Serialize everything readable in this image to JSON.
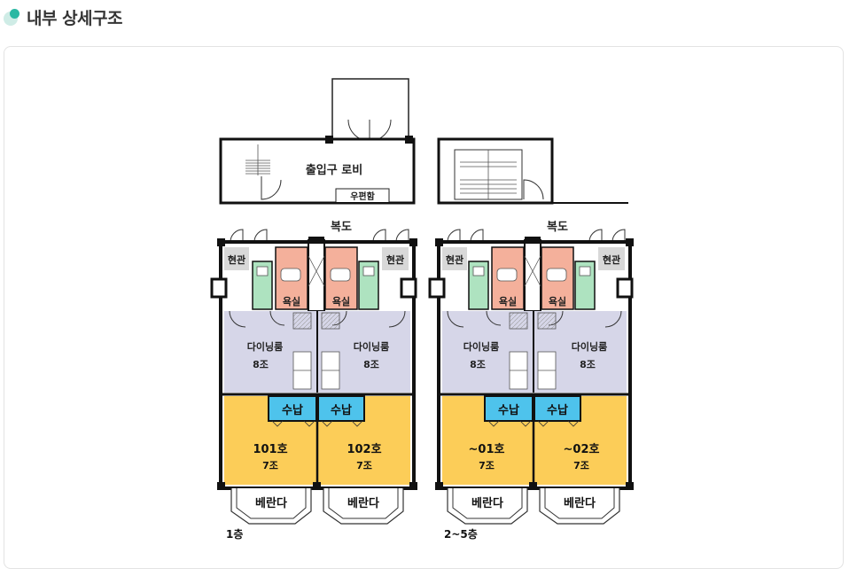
{
  "header": {
    "title": "내부 상세구조",
    "dot_color": "#2bb8a3",
    "dot_light_color": "#cfece6"
  },
  "floor1": {
    "lobby": "출입구 로비",
    "mailbox": "우편함",
    "corridor": "복도",
    "entrance_left": "현관",
    "entrance_right": "현관",
    "bath_left": "욕실",
    "bath_right": "욕실",
    "dining_left": "다이닝룸",
    "dining_left_size": "8조",
    "dining_right": "다이닝룸",
    "dining_right_size": "8조",
    "storage_left": "수납",
    "storage_right": "수납",
    "room_left": "101호",
    "room_left_size": "7조",
    "room_right": "102호",
    "room_right_size": "7조",
    "veranda_left": "베란다",
    "veranda_right": "베란다",
    "floor_label": "1층"
  },
  "floor2": {
    "corridor": "복도",
    "entrance_left": "현관",
    "entrance_right": "현관",
    "bath_left": "욕실",
    "bath_right": "욕실",
    "dining_left": "다이닝룸",
    "dining_left_size": "8조",
    "dining_right": "다이닝룸",
    "dining_right_size": "8조",
    "storage_left": "수납",
    "storage_right": "수납",
    "room_left": "~01호",
    "room_left_size": "7조",
    "room_right": "~02호",
    "room_right_size": "7조",
    "veranda_left": "베란다",
    "veranda_right": "베란다",
    "floor_label": "2~5층"
  },
  "colors": {
    "dining": "#d6d6e8",
    "bedroom": "#fccd58",
    "storage": "#4ec3ec",
    "bath": "#f4b09b",
    "toilet": "#aee3c0",
    "entrance": "#d8d8d8",
    "wall": "#111111"
  }
}
